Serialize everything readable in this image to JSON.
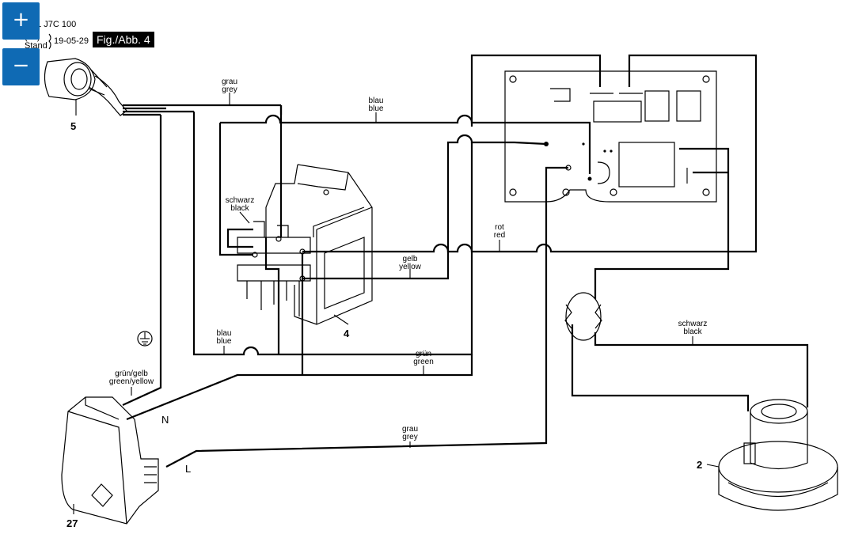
{
  "header": {
    "doc_number": "01 J7C 100",
    "issue_label": "(de)",
    "stand_label": "Stand",
    "date": "19-05-29",
    "figure_tag": "Fig./Abb. 4"
  },
  "zoom": {
    "in_symbol": "+",
    "out_symbol": "−"
  },
  "diagram": {
    "colors": {
      "line": "#000000",
      "zoom_button": "#0f6ab4",
      "figure_tag_bg": "#000000"
    },
    "part_numbers": {
      "plug": "5",
      "switch": "4",
      "motor": "2",
      "box": "27"
    },
    "wire_labels": {
      "plug_grey": [
        "grau",
        "grey"
      ],
      "top_blue": [
        "blau",
        "blue"
      ],
      "switch_black": [
        "schwarz",
        "black"
      ],
      "board_red": [
        "rot",
        "red"
      ],
      "switch_yellow": [
        "gelb",
        "yellow"
      ],
      "lower_blue": [
        "blau",
        "blue"
      ],
      "green": [
        "grün",
        "green"
      ],
      "green_yellow": [
        "grün/gelb",
        "green/yellow"
      ],
      "motor_black": [
        "schwarz",
        "black"
      ],
      "bottom_grey": [
        "grau",
        "grey"
      ]
    },
    "terminals": {
      "neutral": "N",
      "live": "L"
    },
    "icons": [
      "ground-symbol-icon",
      "plug-icon",
      "switch-icon",
      "circuit-board-icon",
      "suppressor-icon",
      "motor-icon",
      "electronic-box-icon"
    ]
  }
}
